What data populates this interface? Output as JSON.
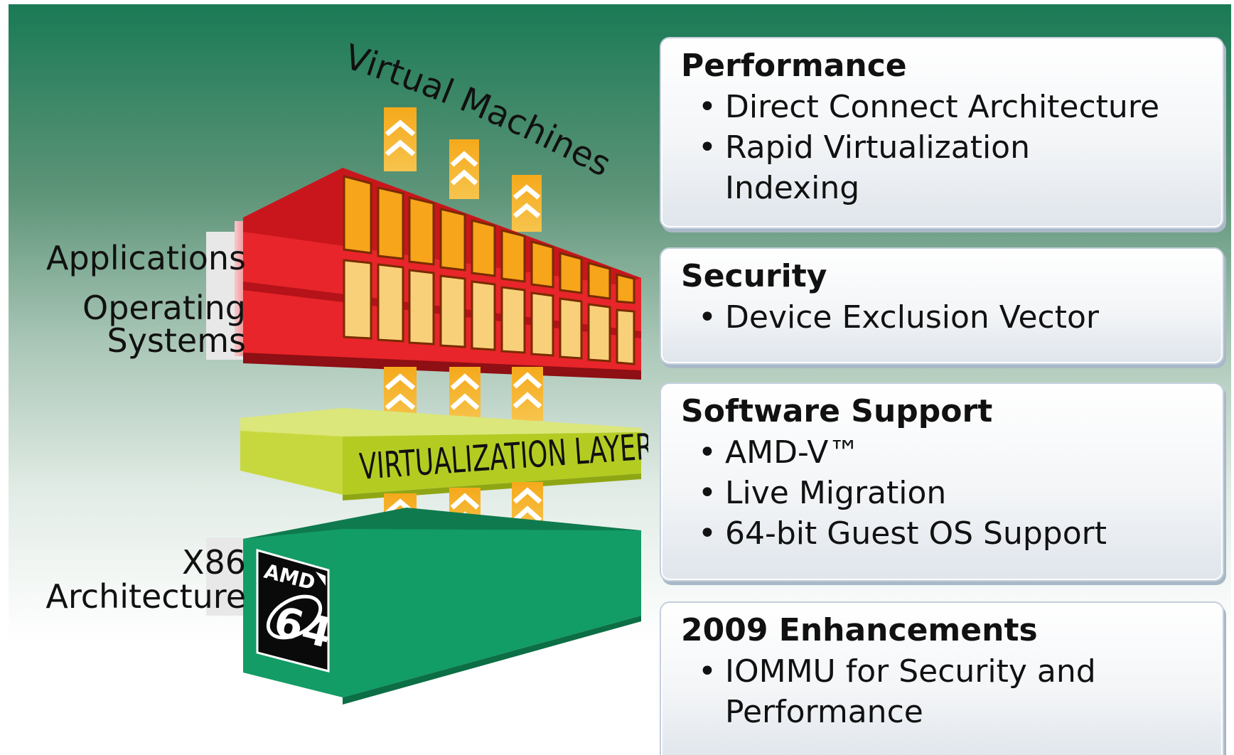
{
  "diagram": {
    "title": "Virtual Machines",
    "labels": {
      "applications": "Applications",
      "operating_systems_line1": "Operating",
      "operating_systems_line2": "Systems",
      "x86_line1": "X86",
      "x86_line2": "Architecture"
    },
    "virtualization_layer": "VIRTUALIZATION LAYER",
    "logo_text": "AMD 64",
    "colors": {
      "vm_block": "#e8252a",
      "app_window": "#f7a51a",
      "os_window": "#f8d07a",
      "virtualization_layer": "#b8cf2c",
      "hardware_block": "#139c66",
      "arrow": "#f5a91b"
    }
  },
  "panels": [
    {
      "title": "Performance",
      "items": [
        "Direct Connect Architecture",
        "Rapid Virtualization Indexing"
      ]
    },
    {
      "title": "Security",
      "items": [
        "Device Exclusion Vector"
      ]
    },
    {
      "title": "Software Support",
      "items": [
        "AMD-V™",
        "Live Migration",
        "64-bit Guest OS Support"
      ]
    },
    {
      "title": "2009 Enhancements",
      "items": [
        "IOMMU for Security and Performance"
      ]
    }
  ]
}
